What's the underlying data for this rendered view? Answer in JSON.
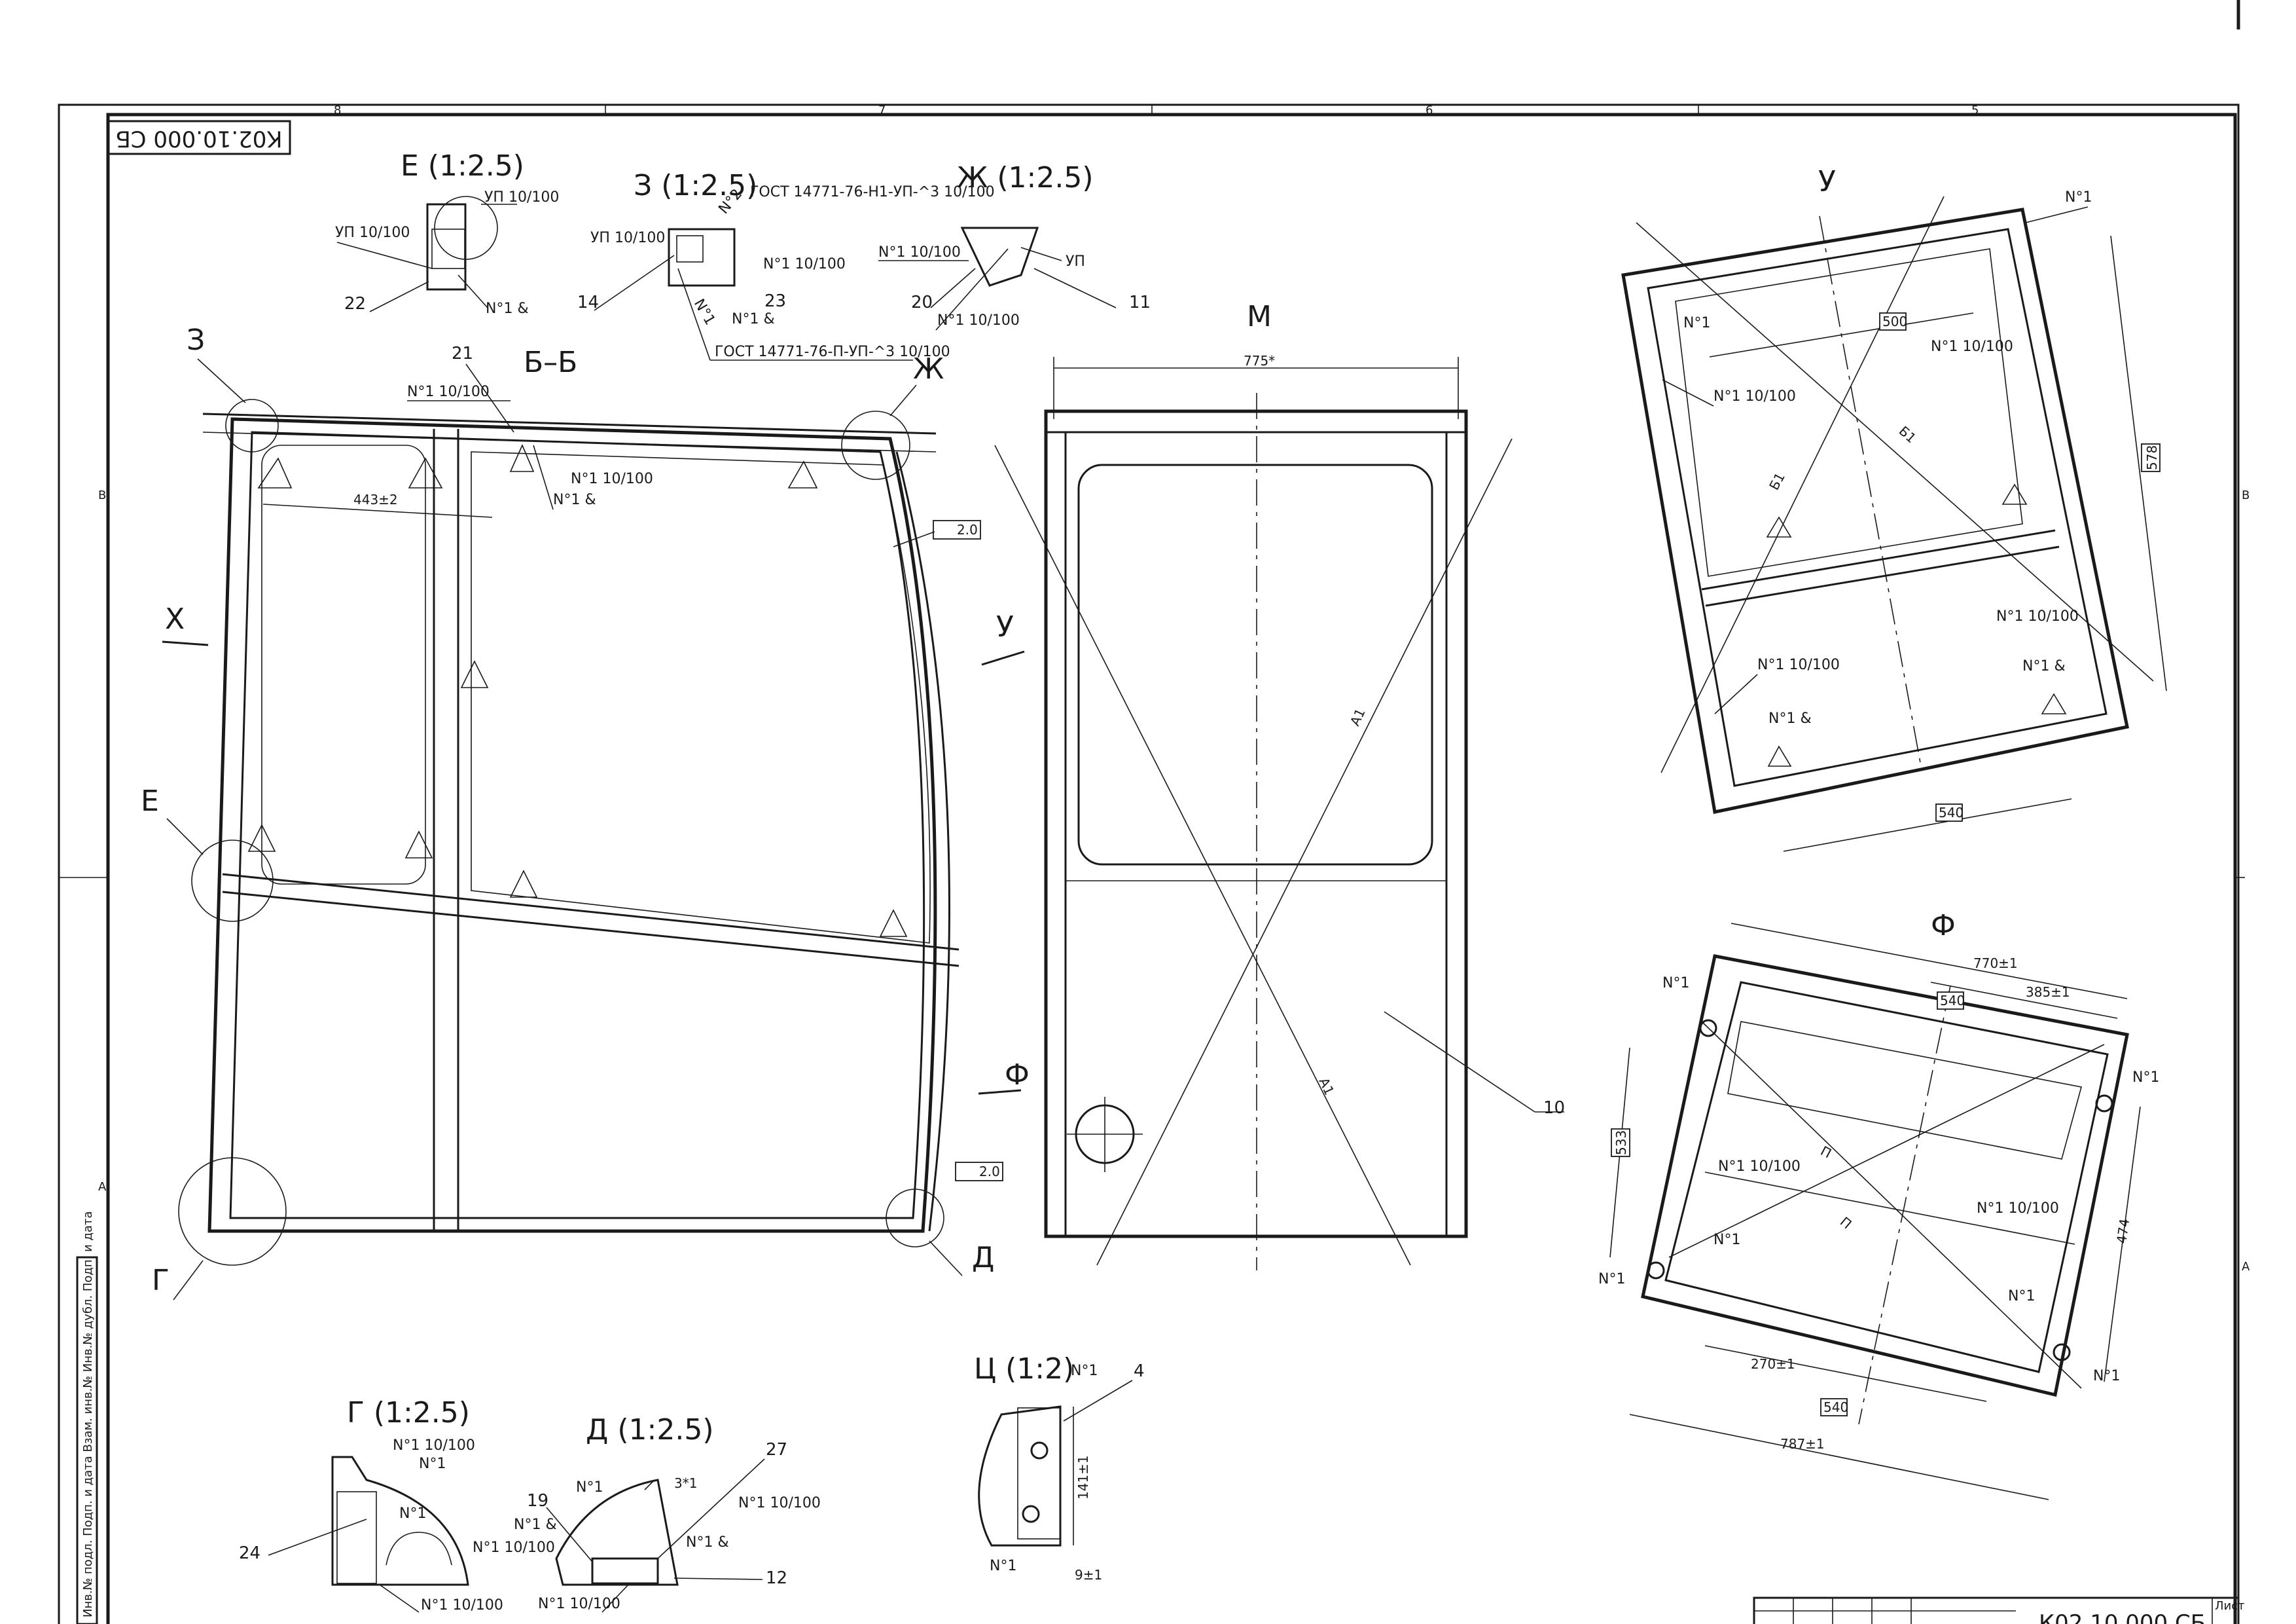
{
  "stamp": {
    "doc_number": "К02.10.000 СБ",
    "sheet_label": "Лист"
  },
  "sidebar": {
    "text": "Инв.№ подл. Подп. и дата Взам. инв.№ Инв.№ дубл. Подп. и дата"
  },
  "grid": {
    "cols": [
      "8",
      "7",
      "6",
      "5"
    ],
    "rows": [
      "В",
      "А"
    ]
  },
  "views": {
    "e_detail": {
      "title": "Е (1:2.5)",
      "notes": [
        "УП 10/100",
        "УП 10/100",
        "N°1 &"
      ],
      "leader_number": "22"
    },
    "z_detail": {
      "title": "З (1:2.5)",
      "notes": [
        "ГОСТ 14771-76-Н1-УП-^3 10/100",
        "УП 10/100",
        "N°2",
        "N°1 10/100",
        "N°1 &",
        "N°1",
        "ГОСТ 14771-76-П-УП-^3 10/100"
      ],
      "leader_numbers": [
        "14",
        "23"
      ]
    },
    "zh_detail": {
      "title": "Ж (1:2.5)",
      "notes": [
        "N°1 10/100",
        "УП",
        "N°1 10/100"
      ],
      "leader_numbers": [
        "20",
        "11"
      ]
    },
    "section_bb": {
      "title": "Б–Б",
      "markers": {
        "z": "З",
        "zh": "Ж",
        "e": "Е",
        "g": "Г",
        "d": "Д",
        "x": "Х",
        "y": "У",
        "f": "Ф"
      },
      "leader_number": "21",
      "notes": [
        "N°1 10/100",
        "N°1 10/100",
        "N°1 &"
      ],
      "dimension": "443±2",
      "flatness": [
        "2.0",
        "2.0"
      ]
    },
    "view_m": {
      "title": "М",
      "dimension": "775*",
      "diag_labels": [
        "А1",
        "А1"
      ],
      "leader_number": "10"
    },
    "view_y": {
      "title": "У",
      "notes": [
        "N°1",
        "N°1",
        "N°1 10/100",
        "N°1 10/100",
        "N°1 10/100",
        "N°1 10/100",
        "N°1 &",
        "N°1 &"
      ],
      "dims": [
        "500",
        "540",
        "578"
      ],
      "diag_labels": [
        "Б1",
        "Б1"
      ]
    },
    "view_f": {
      "title": "Ф",
      "dims": [
        "770±1",
        "385±1",
        "540",
        "533",
        "474",
        "270±1",
        "540",
        "787±1"
      ],
      "notes": [
        "N°1",
        "N°1",
        "N°1",
        "N°1",
        "N°1",
        "N°1",
        "N°1 10/100",
        "N°1 10/100"
      ],
      "diag_labels": [
        "П",
        "П"
      ]
    },
    "g_detail": {
      "title": "Г (1:2.5)",
      "notes": [
        "N°1 10/100",
        "N°1",
        "N°1",
        "N°1 10/100"
      ],
      "leader_number": "24"
    },
    "d_detail": {
      "title": "Д (1:2.5)",
      "notes": [
        "3*1",
        "N°1",
        "N°1 &",
        "N°1 10/100",
        "N°1 10/100",
        "N°1 &",
        "N°1 10/100"
      ],
      "leader_numbers": [
        "27",
        "19",
        "12"
      ]
    },
    "c_detail": {
      "title": "Ц (1:2)",
      "notes": [
        "N°1",
        "N°1"
      ],
      "leader_number": "4",
      "dims": [
        "141±1",
        "9±1"
      ]
    }
  }
}
